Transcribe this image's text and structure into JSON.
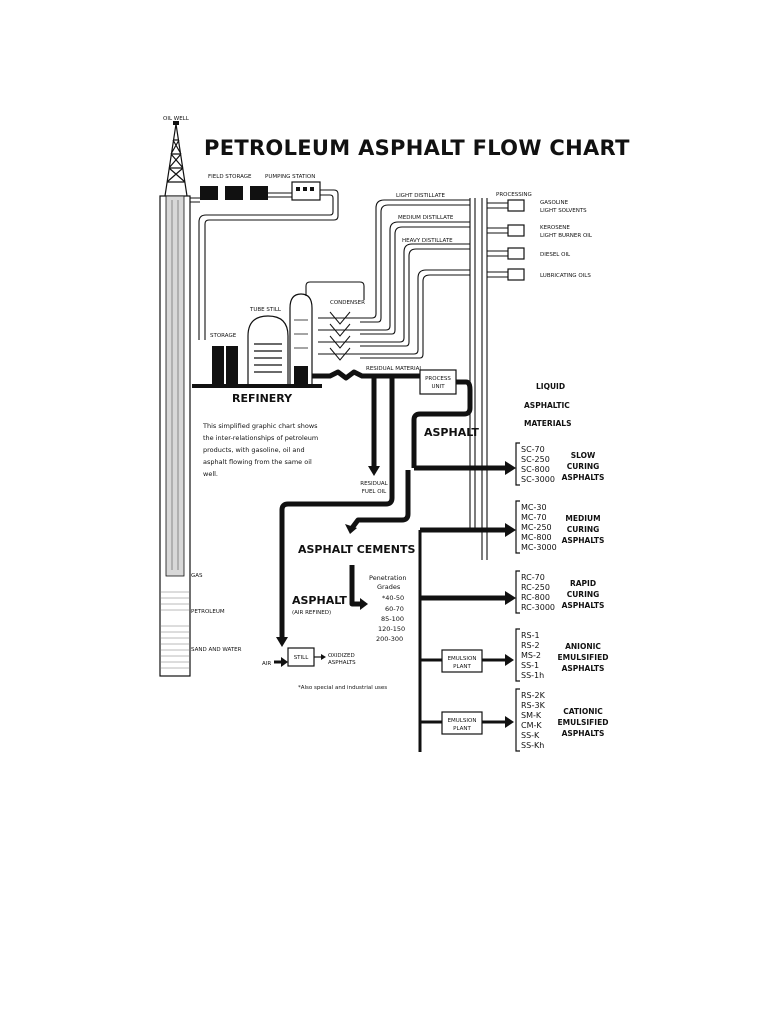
{
  "title": "PETROLEUM ASPHALT FLOW CHART",
  "well": {
    "oil_well": "OIL WELL",
    "gas": "GAS",
    "petroleum": "PETROLEUM",
    "sand_water": "SAND AND WATER"
  },
  "surface": {
    "field_storage": "FIELD STORAGE",
    "pumping_station": "PUMPING STATION"
  },
  "refinery": {
    "label": "REFINERY",
    "storage": "STORAGE",
    "tube_still": "TUBE STILL",
    "condenser": "CONDENSER",
    "residual_material": "RESIDUAL MATERIAL",
    "residual_fuel_oil": [
      "RESIDUAL",
      "FUEL OIL"
    ],
    "process_unit": [
      "PROCESS",
      "UNIT"
    ]
  },
  "distillates": [
    {
      "label": "LIGHT DISTILLATE"
    },
    {
      "label": "MEDIUM DISTILLATE"
    },
    {
      "label": "HEAVY DISTILLATE"
    }
  ],
  "processing": "PROCESSING",
  "products": [
    {
      "lines": [
        "GASOLINE",
        "LIGHT SOLVENTS"
      ]
    },
    {
      "lines": [
        "KEROSENE",
        "LIGHT BURNER OIL"
      ]
    },
    {
      "lines": [
        "DIESEL OIL"
      ]
    },
    {
      "lines": [
        "LUBRICATING OILS"
      ]
    }
  ],
  "description": [
    "This simplified graphic chart shows",
    "the inter-relationships of petroleum",
    "products, with gasoline, oil and",
    "asphalt flowing from the same oil",
    "well."
  ],
  "asphalt_label": "ASPHALT",
  "liquid_asphaltic": [
    "LIQUID",
    "ASPHALTIC",
    "MATERIALS"
  ],
  "asphalt_cements": "ASPHALT CEMENTS",
  "penetration": {
    "heading": [
      "Penetration",
      "Grades"
    ],
    "grades": [
      "*40-50",
      "60-70",
      "85-100",
      "120-150",
      "200-300"
    ]
  },
  "air_refined": {
    "label": "ASPHALT",
    "sub": "(AIR REFINED)",
    "still": "STILL",
    "air": "AIR",
    "oxidized": [
      "OXIDIZED",
      "ASPHALTS"
    ]
  },
  "footnote": "*Also special and industrial uses",
  "emulsion_plant": [
    "EMULSION",
    "PLANT"
  ],
  "groups": [
    {
      "grades": [
        "SC-70",
        "SC-250",
        "SC-800",
        "SC-3000"
      ],
      "category": [
        "SLOW",
        "CURING",
        "ASPHALTS"
      ]
    },
    {
      "grades": [
        "MC-30",
        "MC-70",
        "MC-250",
        "MC-800",
        "MC-3000"
      ],
      "category": [
        "MEDIUM",
        "CURING",
        "ASPHALTS"
      ]
    },
    {
      "grades": [
        "RC-70",
        "RC-250",
        "RC-800",
        "RC-3000"
      ],
      "category": [
        "RAPID",
        "CURING",
        "ASPHALTS"
      ]
    },
    {
      "grades": [
        "RS-1",
        "RS-2",
        "MS-2",
        "SS-1",
        "SS-1h"
      ],
      "category": [
        "ANIONIC",
        "EMULSIFIED",
        "ASPHALTS"
      ]
    },
    {
      "grades": [
        "RS-2K",
        "RS-3K",
        "SM-K",
        "CM-K",
        "SS-K",
        "SS-Kh"
      ],
      "category": [
        "CATIONIC",
        "EMULSIFIED",
        "ASPHALTS"
      ]
    }
  ]
}
